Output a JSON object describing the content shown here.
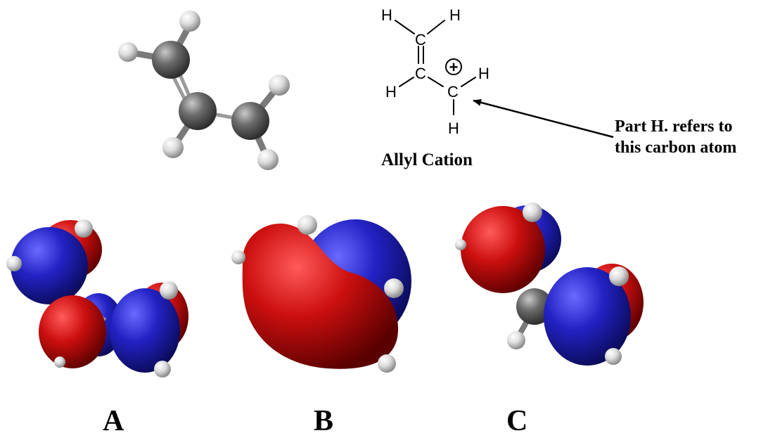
{
  "structure": {
    "atoms": {
      "h1": "H",
      "h2": "H",
      "c1": "C",
      "c2": "C",
      "h3": "H",
      "c3": "C",
      "h4": "H",
      "h5": "H",
      "charge": "+"
    },
    "name": "Allyl Cation"
  },
  "annotation": {
    "line1": "Part H. refers to",
    "line2": "this carbon atom"
  },
  "orbital_labels": {
    "a": "A",
    "b": "B",
    "c": "C"
  },
  "colors": {
    "lobe_red": "#d01010",
    "lobe_blue": "#2020c0",
    "carbon": "#6b6b6b",
    "hydrogen": "#e0e0e0"
  }
}
